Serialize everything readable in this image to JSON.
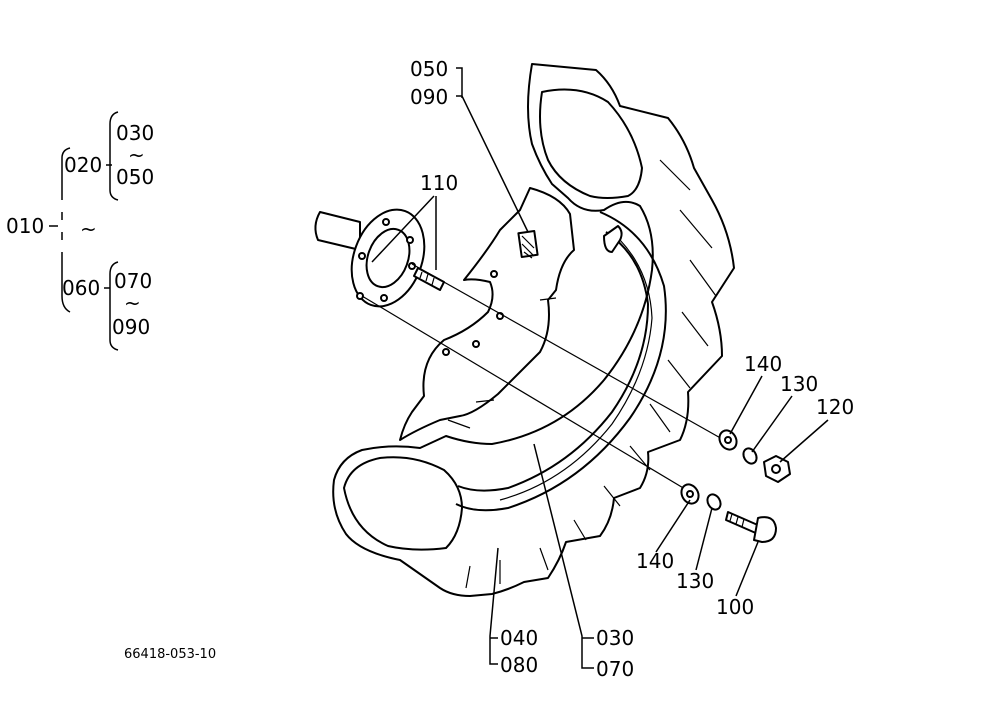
{
  "tree": {
    "root": "010",
    "group_a": "020",
    "group_a_from": "030",
    "group_a_to": "050",
    "group_b": "060",
    "group_b_from": "070",
    "group_b_to": "090",
    "range_glyph": "~"
  },
  "callouts": {
    "c050": "050",
    "c090_top": "090",
    "c110": "110",
    "c140_upper": "140",
    "c130_upper": "130",
    "c120": "120",
    "c140_lower": "140",
    "c130_lower": "130",
    "c100": "100",
    "c040": "040",
    "c080": "080",
    "c030": "030",
    "c070": "070"
  },
  "drawing_number": "66418-053-10"
}
